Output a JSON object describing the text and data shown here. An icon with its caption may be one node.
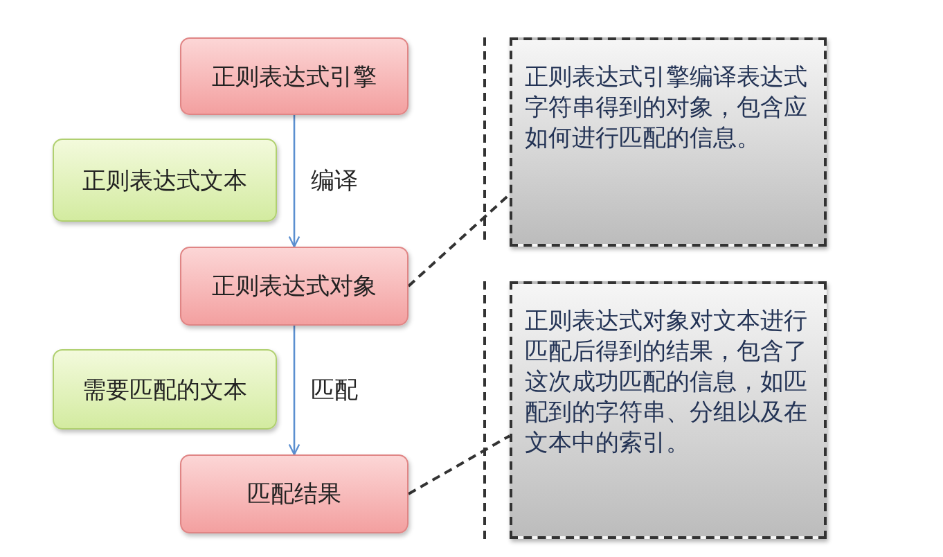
{
  "diagram": {
    "nodes": [
      {
        "text": [
          "正则表达式引擎"
        ]
      },
      {
        "text": [
          "正则表达式文本"
        ]
      },
      {
        "text": [
          "正则表达式对象"
        ]
      },
      {
        "text": [
          "需要匹配的文本"
        ]
      },
      {
        "text": [
          "匹配结果"
        ]
      },
      {
        "text": [
          "正则表达式引擎编译表达式字符串得到的对象，包含应如何进行匹配的信息。"
        ]
      },
      {
        "text": [
          "正则表达式对象对文本进行匹配后得到的结果，包含了这次成功匹配的信息，如匹配到的字符串、分组以及在文本中的索引。"
        ]
      }
    ],
    "edges": [
      {
        "from": 0,
        "to": 2,
        "arrow": "to",
        "label": "编译"
      },
      {
        "from": 2,
        "to": 4,
        "arrow": "to",
        "label": "匹配"
      },
      {
        "from": 2,
        "to": 5,
        "arrow": "none",
        "style": "dashed",
        "color": "#333333"
      },
      {
        "from": 4,
        "to": 6,
        "arrow": "none",
        "style": "dashed",
        "color": "#333333"
      }
    ]
  }
}
